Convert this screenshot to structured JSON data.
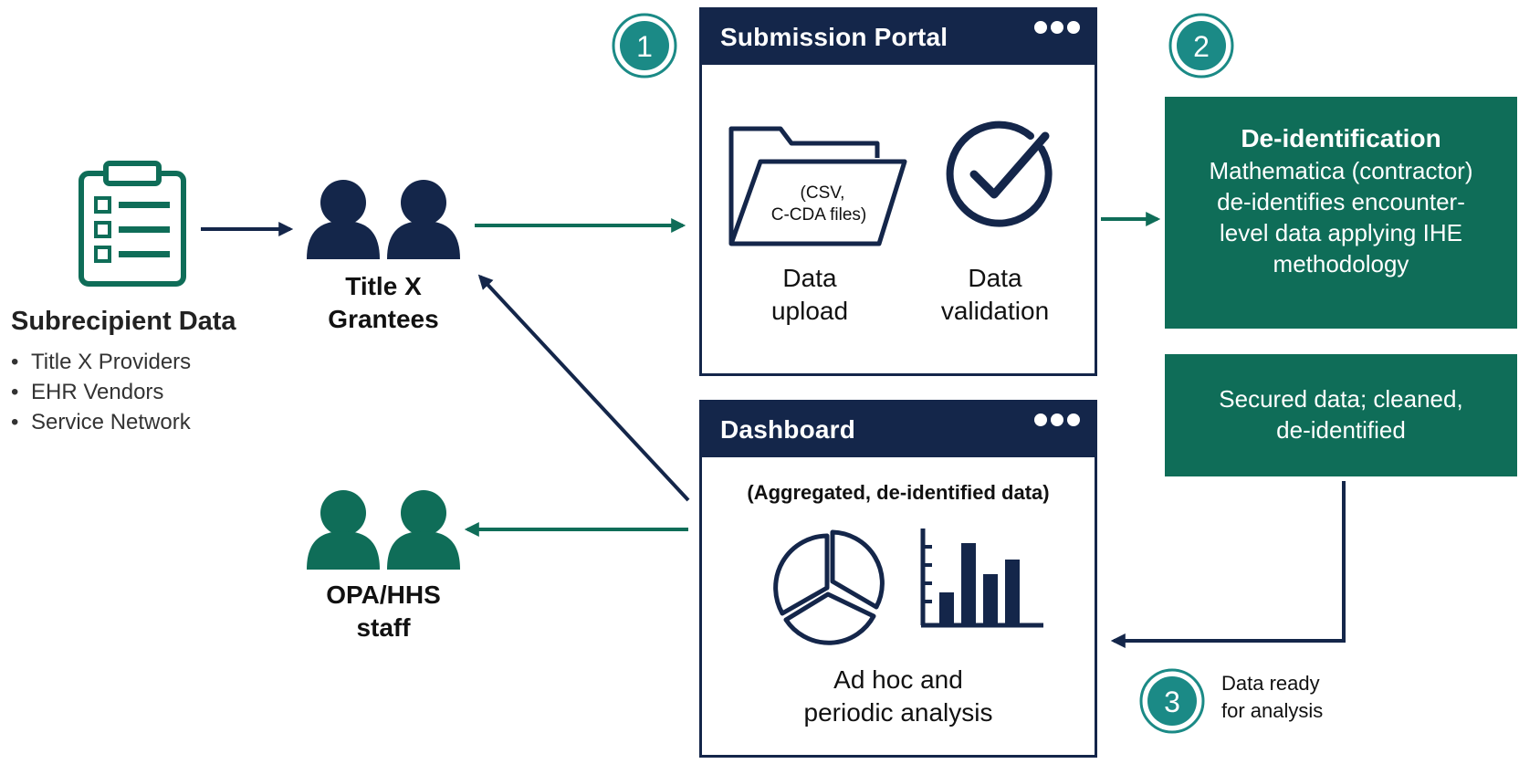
{
  "subrecipient": {
    "title": "Subrecipient Data",
    "items": [
      "Title X Providers",
      "EHR Vendors",
      "Service Network"
    ]
  },
  "grantees": {
    "line1": "Title X",
    "line2": "Grantees"
  },
  "staff": {
    "line1": "OPA/HHS",
    "line2": "staff"
  },
  "submission_portal": {
    "title": "Submission Portal",
    "folder_text_line1": "(CSV,",
    "folder_text_line2": "C-CDA files)",
    "upload_line1": "Data",
    "upload_line2": "upload",
    "validation_line1": "Data",
    "validation_line2": "validation"
  },
  "dashboard": {
    "title": "Dashboard",
    "subtitle": "(Aggregated, de-identified data)",
    "analysis_line1": "Ad hoc and",
    "analysis_line2": "periodic analysis"
  },
  "deid": {
    "title": "De-identification",
    "line1": "Mathematica (contractor)",
    "line2": "de-identifies encounter-",
    "line3": "level data applying IHE",
    "line4": "methodology"
  },
  "secured": {
    "line1": "Secured data; cleaned,",
    "line2": "de-identified"
  },
  "steps": {
    "step1": "1",
    "step2": "2",
    "step3": "3"
  },
  "step3_caption": {
    "line1": "Data ready",
    "line2": "for analysis"
  },
  "colors": {
    "navy": "#14264a",
    "green": "#0f6d58",
    "teal": "#1b8a86"
  }
}
